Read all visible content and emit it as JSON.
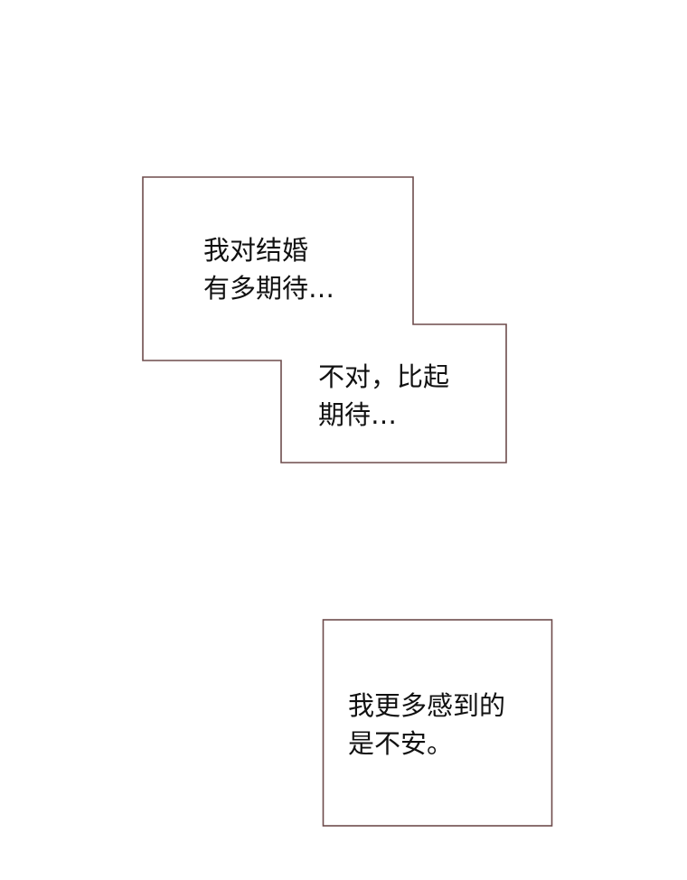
{
  "colors": {
    "border": "#6e4c4c",
    "background": "#ffffff",
    "text": "#111111"
  },
  "panels": [
    {
      "lines": [
        "我对结婚",
        "有多期待…"
      ]
    },
    {
      "lines": [
        "不对，比起",
        "期待…"
      ]
    },
    {
      "lines": [
        "我更多感到的",
        "是不安。"
      ]
    }
  ]
}
